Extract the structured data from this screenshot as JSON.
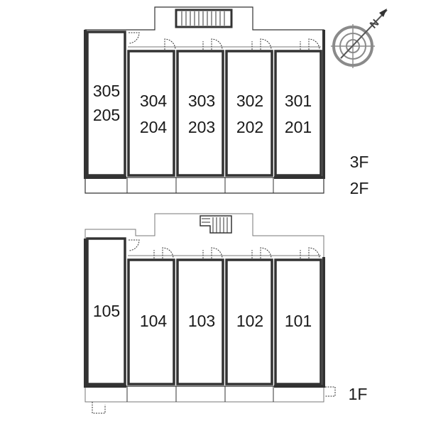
{
  "colors": {
    "wall": "#333333",
    "thin": "#777777",
    "compass": "#8a8a8a",
    "fill": "#ffffff"
  },
  "compass": {
    "letter": "N"
  },
  "upper": {
    "floor_labels": [
      "3F",
      "2F"
    ],
    "units": [
      {
        "top": "305",
        "bottom": "205"
      },
      {
        "top": "304",
        "bottom": "204"
      },
      {
        "top": "303",
        "bottom": "203"
      },
      {
        "top": "302",
        "bottom": "202"
      },
      {
        "top": "301",
        "bottom": "201"
      }
    ]
  },
  "lower": {
    "floor_label": "1F",
    "units": [
      "105",
      "104",
      "103",
      "102",
      "101"
    ]
  }
}
